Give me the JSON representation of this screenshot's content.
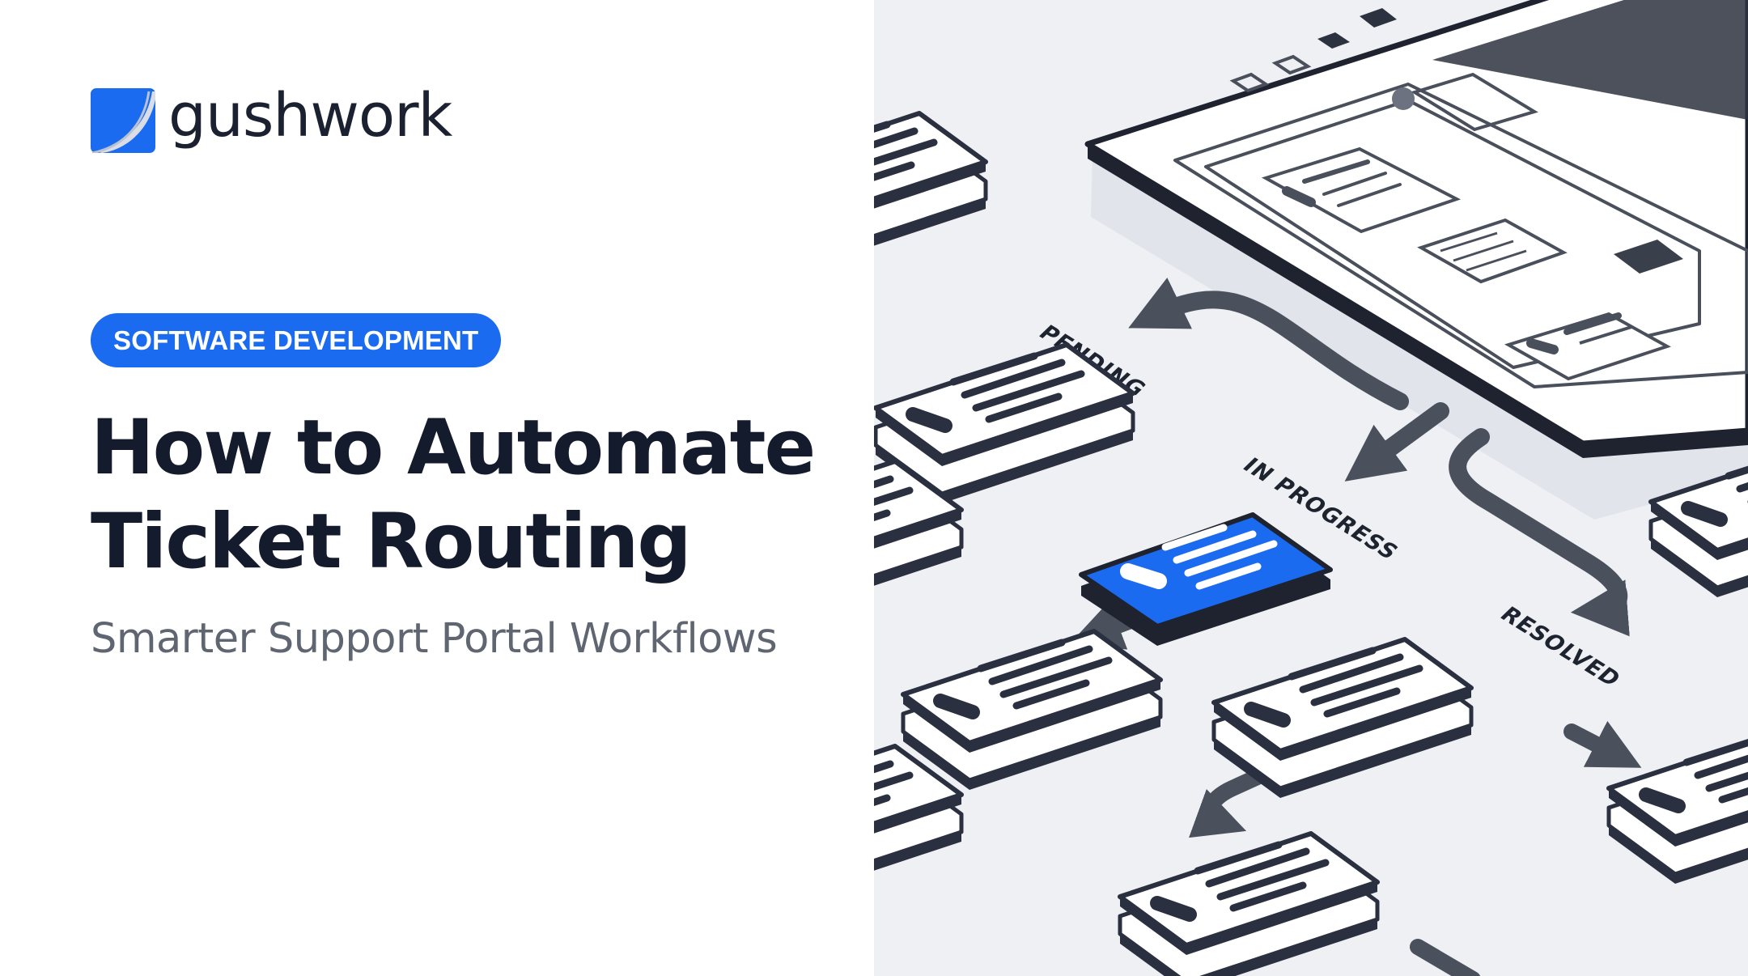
{
  "brand": {
    "name": "gushwork",
    "accent_color": "#1a6bf0",
    "logo_icon": "brand-square-icon"
  },
  "hero": {
    "category": "SOFTWARE DEVELOPMENT",
    "title_line_1": "How to Automate",
    "title_line_2": "Ticket Routing",
    "subtitle": "Smarter Support Portal Workflows"
  },
  "illustration": {
    "status_labels": {
      "pending": "PENDING",
      "in_progress": "IN PROGRESS",
      "resolved": "RESOLVED"
    },
    "highlight_color": "#1a6bf0",
    "background_color": "#eef0f4"
  }
}
